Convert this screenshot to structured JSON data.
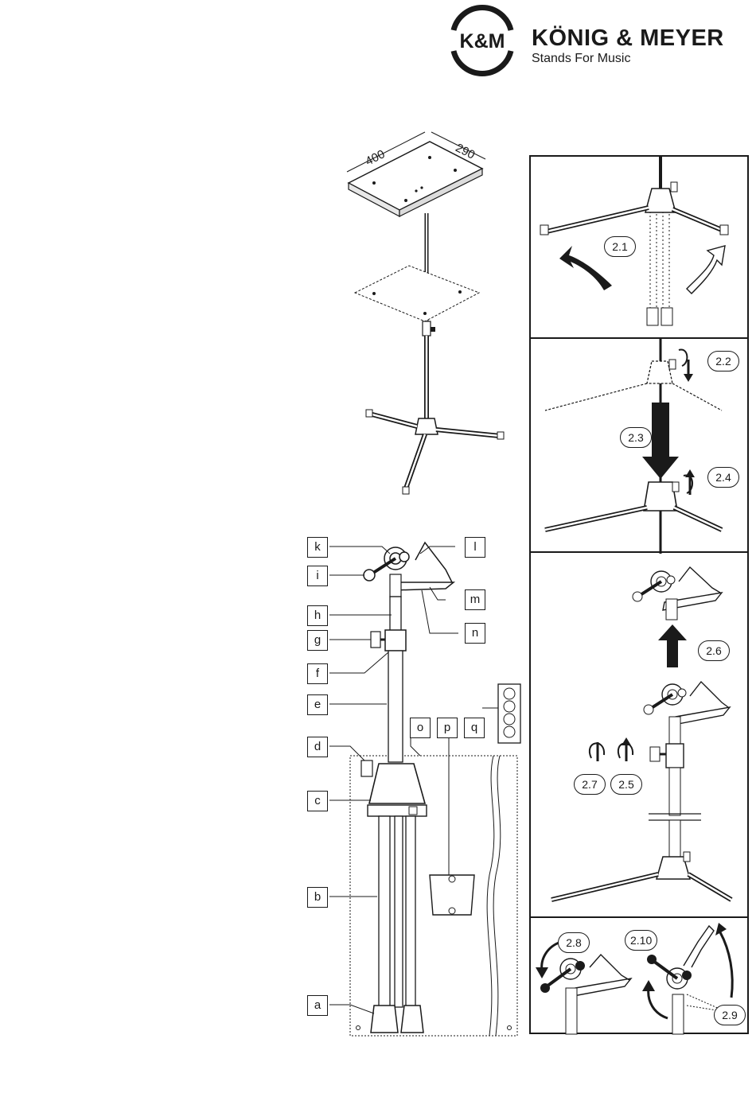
{
  "header": {
    "logo_text": "K&M",
    "brand_name": "KÖNIG & MEYER",
    "tagline": "Stands For Music"
  },
  "dimensions": {
    "width": "400",
    "depth": "290"
  },
  "part_labels": [
    "k",
    "i",
    "h",
    "g",
    "f",
    "e",
    "d",
    "c",
    "b",
    "a",
    "l",
    "m",
    "n",
    "o",
    "p",
    "q"
  ],
  "steps": [
    "2.1",
    "2.2",
    "2.3",
    "2.4",
    "2.6",
    "2.7",
    "2.5",
    "2.8",
    "2.10",
    "2.9"
  ]
}
